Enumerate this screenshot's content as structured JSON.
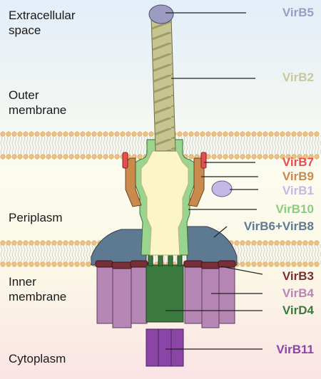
{
  "regions": {
    "extracellular_line1": "Extracellular",
    "extracellular_line2": "space",
    "outer_line1": "Outer",
    "outer_line2": "membrane",
    "periplasm": "Periplasm",
    "inner_line1": "Inner",
    "inner_line2": "membrane",
    "cytoplasm": "Cytoplasm"
  },
  "proteins": [
    {
      "name": "VirB5",
      "color": "#9c9cc2"
    },
    {
      "name": "VirB2",
      "color": "#c9c89a"
    },
    {
      "name": "VirB7",
      "color": "#e2504f"
    },
    {
      "name": "VirB9",
      "color": "#c98a4b"
    },
    {
      "name": "VirB1",
      "color": "#c4b8e4"
    },
    {
      "name": "VirB10",
      "color": "#8ccc7f"
    },
    {
      "name": "VirB6+VirB8",
      "color": "#5e7a93"
    },
    {
      "name": "VirB3",
      "color": "#7a2e39"
    },
    {
      "name": "VirB4",
      "color": "#b687b4"
    },
    {
      "name": "VirD4",
      "color": "#3b7a3e"
    },
    {
      "name": "VirB11",
      "color": "#8a45a6"
    }
  ],
  "colors": {
    "background_top": "#e3eef9",
    "background_mid": "#fbf9e6",
    "background_bottom": "#fbe3e6",
    "lipid_head": "#f2c27d",
    "pilus": "#c6c48f",
    "core_fill": "#fbf5c8"
  }
}
